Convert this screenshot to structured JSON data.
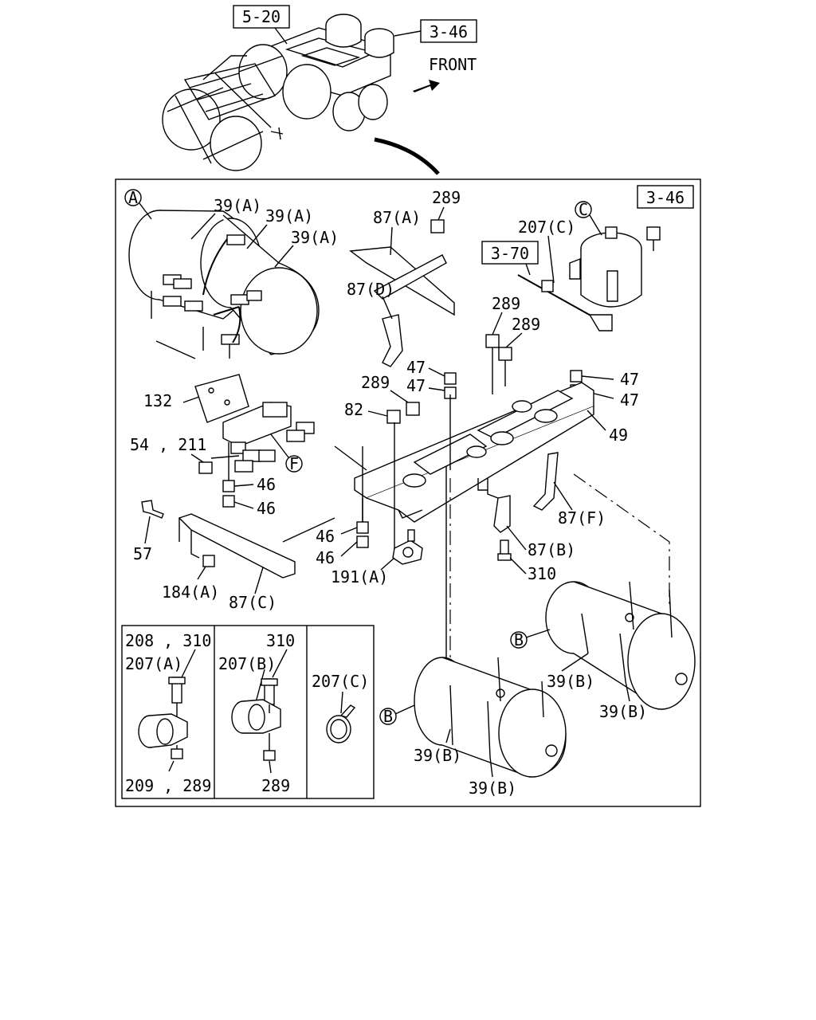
{
  "diagram": {
    "overview": {
      "ref_left": "5-20",
      "ref_right": "3-46",
      "front_label": "FRONT"
    },
    "main_panel": {
      "section_marker_a": "A",
      "section_marker_b1": "B",
      "section_marker_b2": "B",
      "section_marker_c": "C",
      "section_marker_f": "F",
      "ref_box_top": "3-46",
      "ref_box_pipe": "3-70",
      "labels": {
        "l39a_1": "39(A)",
        "l39a_2": "39(A)",
        "l39a_3": "39(A)",
        "l87a": "87(A)",
        "l289_top": "289",
        "l207c": "207(C)",
        "l87d": "87(D)",
        "l289_r1": "289",
        "l289_r2": "289",
        "l47_1": "47",
        "l47_2": "47",
        "l47_3": "47",
        "l47_4": "47",
        "l289_mid": "289",
        "l132": "132",
        "l82": "82",
        "l49": "49",
        "l54_211": "54 , 211",
        "l46_1": "46",
        "l46_2": "46",
        "l46_3": "46",
        "l46_4": "46",
        "l87f": "87(F)",
        "l57": "57",
        "l87b": "87(B)",
        "l310": "310",
        "l191a": "191(A)",
        "l184a": "184(A)",
        "l87c": "87(C)",
        "l39b_1": "39(B)",
        "l39b_2": "39(B)",
        "l39b_3": "39(B)",
        "l39b_4": "39(B)"
      }
    },
    "inset": {
      "box1": {
        "top": "208 , 310",
        "part": "207(A)",
        "bottom": "209 , 289"
      },
      "box2": {
        "top": "310",
        "part": "207(B)",
        "bottom": "289"
      },
      "box3": {
        "part": "207(C)"
      }
    }
  }
}
